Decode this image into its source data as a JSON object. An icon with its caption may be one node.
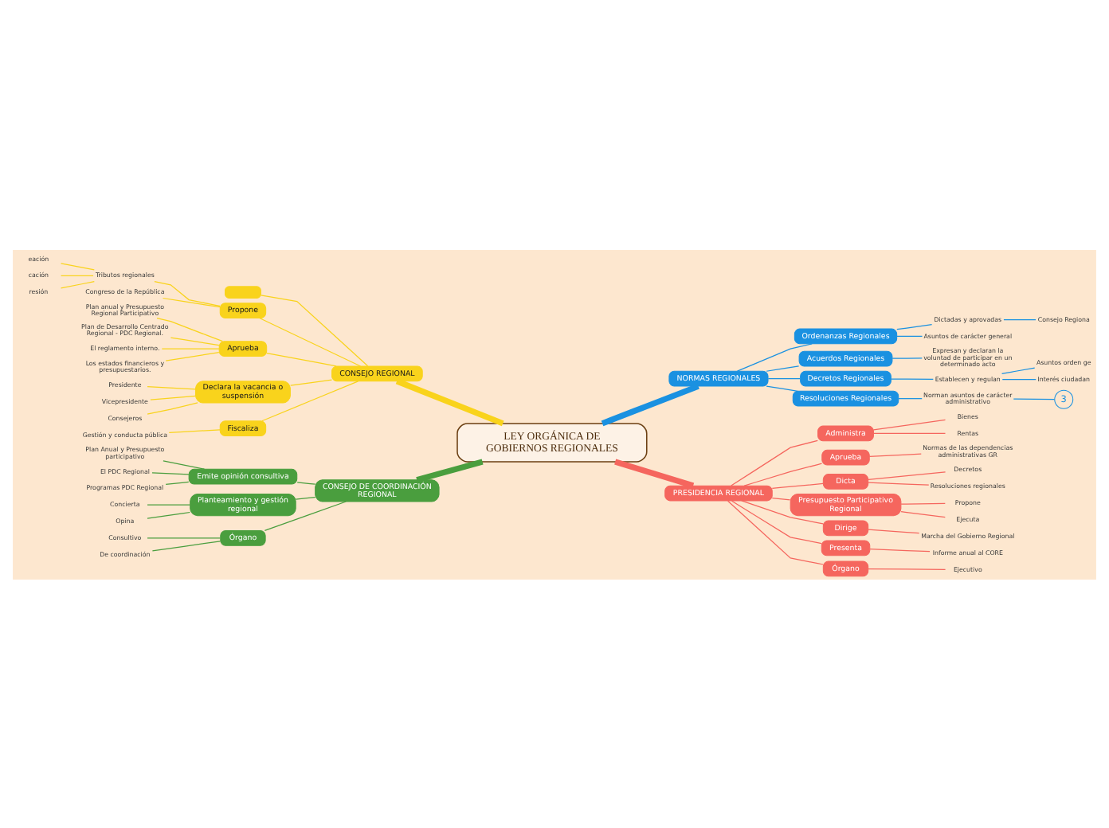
{
  "diagram": {
    "nodes": [
      {
        "text": [
          "LEY ORGÁNICA DE GOBIERNOS REGIONALES"
        ]
      },
      {
        "text": [
          "CONSEJO REGIONAL"
        ]
      },
      {
        "text": [],
        "shape": "box"
      },
      {
        "text": [
          "Propone"
        ]
      },
      {
        "text": [
          "Tributos regionales"
        ]
      },
      {
        "text": [
          "eación"
        ]
      },
      {
        "text": [
          "cación"
        ]
      },
      {
        "text": [
          "resión"
        ]
      },
      {
        "text": [
          "Congreso de la República"
        ]
      },
      {
        "text": [
          "Aprueba"
        ]
      },
      {
        "text": [
          "Plan anual y Presupuesto Regional Participativo"
        ]
      },
      {
        "text": [
          "Plan de Desarrollo Centrado Regional - PDC Regional."
        ]
      },
      {
        "text": [
          "El reglamento interno."
        ]
      },
      {
        "text": [
          "Los estados financieros y presupuestarios."
        ]
      },
      {
        "text": [
          "Declara la vacancia o suspensión"
        ]
      },
      {
        "text": [
          "Presidente"
        ]
      },
      {
        "text": [
          "Vicepresidente"
        ]
      },
      {
        "text": [
          "Consejeros"
        ]
      },
      {
        "text": [
          "Fiscaliza"
        ]
      },
      {
        "text": [
          "Gestión y conducta pública"
        ]
      },
      {
        "text": [
          "NORMAS REGIONALES"
        ]
      },
      {
        "text": [
          "Ordenanzas Regionales"
        ]
      },
      {
        "text": [
          "Dictadas y aprovadas"
        ]
      },
      {
        "text": [
          "Consejo Regiona"
        ]
      },
      {
        "text": [
          "Asuntos de carácter general"
        ]
      },
      {
        "text": [
          "Acuerdos Regionales"
        ]
      },
      {
        "text": [
          "Expresan y declaran la voluntad de participar en un determinado acto"
        ]
      },
      {
        "text": [
          "Decretos Regionales"
        ]
      },
      {
        "text": [
          "Establecen y regulan"
        ]
      },
      {
        "text": [
          "Asuntos orden ge"
        ]
      },
      {
        "text": [
          "Interés ciudadan"
        ]
      },
      {
        "text": [
          "Resoluciones Regionales"
        ]
      },
      {
        "text": [
          "Norman asuntos de carácter administrativo"
        ]
      },
      {
        "text": [
          "3"
        ]
      },
      {
        "text": [
          "CONSEJO DE COORDINACIÓN REGIONAL"
        ]
      },
      {
        "text": [
          "Emite opinión consultiva"
        ]
      },
      {
        "text": [
          "Plan Anual y Presupuesto participativo"
        ]
      },
      {
        "text": [
          "El PDC Regional"
        ]
      },
      {
        "text": [
          "Programas PDC Regional"
        ]
      },
      {
        "text": [
          "Planteamiento y gestión regional"
        ]
      },
      {
        "text": [
          "Concierta"
        ]
      },
      {
        "text": [
          "Opina"
        ]
      },
      {
        "text": [
          "Órgano"
        ]
      },
      {
        "text": [
          "Consultivo"
        ]
      },
      {
        "text": [
          "De coordinación"
        ]
      },
      {
        "text": [
          "PRESIDENCIA REGIONAL"
        ]
      },
      {
        "text": [
          "Administra"
        ]
      },
      {
        "text": [
          "Bienes"
        ]
      },
      {
        "text": [
          "Rentas"
        ]
      },
      {
        "text": [
          "Aprueba"
        ]
      },
      {
        "text": [
          "Normas de las dependencias administrativas GR"
        ]
      },
      {
        "text": [
          "Dicta"
        ]
      },
      {
        "text": [
          "Decretos"
        ]
      },
      {
        "text": [
          "Resoluciones regionales"
        ]
      },
      {
        "text": [
          "Presupuesto Participativo Regional"
        ]
      },
      {
        "text": [
          "Propone"
        ]
      },
      {
        "text": [
          "Ejecuta"
        ]
      },
      {
        "text": [
          "Dirige"
        ]
      },
      {
        "text": [
          "Marcha del Gobierno Regional"
        ]
      },
      {
        "text": [
          "Presenta"
        ]
      },
      {
        "text": [
          "Informe anual al CORE"
        ]
      },
      {
        "text": [
          "Órgano"
        ]
      },
      {
        "text": [
          "Ejecutivo"
        ]
      }
    ],
    "edges": [
      {
        "from": 0,
        "to": 1,
        "arrow": "none",
        "style": "thick",
        "color": "#f9d31c"
      },
      {
        "from": 1,
        "to": 2,
        "arrow": "none",
        "color": "#f9d31c"
      },
      {
        "from": 1,
        "to": 3,
        "arrow": "none",
        "color": "#f9d31c"
      },
      {
        "from": 3,
        "to": 4,
        "arrow": "none",
        "color": "#f9d31c"
      },
      {
        "from": 4,
        "to": 5,
        "arrow": "none",
        "color": "#f9d31c"
      },
      {
        "from": 4,
        "to": 6,
        "arrow": "none",
        "color": "#f9d31c"
      },
      {
        "from": 4,
        "to": 7,
        "arrow": "none",
        "color": "#f9d31c"
      },
      {
        "from": 3,
        "to": 8,
        "arrow": "none",
        "color": "#f9d31c"
      },
      {
        "from": 1,
        "to": 9,
        "arrow": "none",
        "color": "#f9d31c"
      },
      {
        "from": 9,
        "to": 10,
        "arrow": "none",
        "color": "#f9d31c"
      },
      {
        "from": 9,
        "to": 11,
        "arrow": "none",
        "color": "#f9d31c"
      },
      {
        "from": 9,
        "to": 12,
        "arrow": "none",
        "color": "#f9d31c"
      },
      {
        "from": 9,
        "to": 13,
        "arrow": "none",
        "color": "#f9d31c"
      },
      {
        "from": 1,
        "to": 14,
        "arrow": "none",
        "color": "#f9d31c"
      },
      {
        "from": 14,
        "to": 15,
        "arrow": "none",
        "color": "#f9d31c"
      },
      {
        "from": 14,
        "to": 16,
        "arrow": "none",
        "color": "#f9d31c"
      },
      {
        "from": 14,
        "to": 17,
        "arrow": "none",
        "color": "#f9d31c"
      },
      {
        "from": 1,
        "to": 18,
        "arrow": "none",
        "color": "#f9d31c"
      },
      {
        "from": 18,
        "to": 19,
        "arrow": "none",
        "color": "#f9d31c"
      },
      {
        "from": 0,
        "to": 20,
        "arrow": "none",
        "style": "thick",
        "color": "#1a91e1"
      },
      {
        "from": 20,
        "to": 21,
        "arrow": "none",
        "color": "#1a91e1"
      },
      {
        "from": 21,
        "to": 22,
        "arrow": "none",
        "color": "#1a91e1"
      },
      {
        "from": 22,
        "to": 23,
        "arrow": "none",
        "color": "#1a91e1"
      },
      {
        "from": 21,
        "to": 24,
        "arrow": "none",
        "color": "#1a91e1"
      },
      {
        "from": 20,
        "to": 25,
        "arrow": "none",
        "color": "#1a91e1"
      },
      {
        "from": 25,
        "to": 26,
        "arrow": "none",
        "color": "#1a91e1"
      },
      {
        "from": 20,
        "to": 27,
        "arrow": "none",
        "color": "#1a91e1"
      },
      {
        "from": 27,
        "to": 28,
        "arrow": "none",
        "color": "#1a91e1"
      },
      {
        "from": 28,
        "to": 29,
        "arrow": "none",
        "color": "#1a91e1"
      },
      {
        "from": 28,
        "to": 30,
        "arrow": "none",
        "color": "#1a91e1"
      },
      {
        "from": 20,
        "to": 31,
        "arrow": "none",
        "color": "#1a91e1"
      },
      {
        "from": 31,
        "to": 32,
        "arrow": "none",
        "color": "#1a91e1"
      },
      {
        "from": 32,
        "to": 33,
        "arrow": "none",
        "color": "#1a91e1"
      },
      {
        "from": 0,
        "to": 34,
        "arrow": "none",
        "style": "thick",
        "color": "#4a9e3e"
      },
      {
        "from": 34,
        "to": 35,
        "arrow": "none",
        "color": "#4a9e3e"
      },
      {
        "from": 35,
        "to": 36,
        "arrow": "none",
        "color": "#4a9e3e"
      },
      {
        "from": 35,
        "to": 37,
        "arrow": "none",
        "color": "#4a9e3e"
      },
      {
        "from": 35,
        "to": 38,
        "arrow": "none",
        "color": "#4a9e3e"
      },
      {
        "from": 34,
        "to": 39,
        "arrow": "none",
        "color": "#4a9e3e"
      },
      {
        "from": 39,
        "to": 40,
        "arrow": "none",
        "color": "#4a9e3e"
      },
      {
        "from": 39,
        "to": 41,
        "arrow": "none",
        "color": "#4a9e3e"
      },
      {
        "from": 34,
        "to": 42,
        "arrow": "none",
        "color": "#4a9e3e"
      },
      {
        "from": 42,
        "to": 43,
        "arrow": "none",
        "color": "#4a9e3e"
      },
      {
        "from": 42,
        "to": 44,
        "arrow": "none",
        "color": "#4a9e3e"
      },
      {
        "from": 0,
        "to": 45,
        "arrow": "none",
        "style": "thick",
        "color": "#f5665e"
      },
      {
        "from": 45,
        "to": 46,
        "arrow": "none",
        "color": "#f5665e"
      },
      {
        "from": 46,
        "to": 47,
        "arrow": "none",
        "color": "#f5665e"
      },
      {
        "from": 46,
        "to": 48,
        "arrow": "none",
        "color": "#f5665e"
      },
      {
        "from": 45,
        "to": 49,
        "arrow": "none",
        "color": "#f5665e"
      },
      {
        "from": 49,
        "to": 50,
        "arrow": "none",
        "color": "#f5665e"
      },
      {
        "from": 45,
        "to": 51,
        "arrow": "none",
        "color": "#f5665e"
      },
      {
        "from": 51,
        "to": 52,
        "arrow": "none",
        "color": "#f5665e"
      },
      {
        "from": 51,
        "to": 53,
        "arrow": "none",
        "color": "#f5665e"
      },
      {
        "from": 45,
        "to": 54,
        "arrow": "none",
        "color": "#f5665e"
      },
      {
        "from": 54,
        "to": 55,
        "arrow": "none",
        "color": "#f5665e"
      },
      {
        "from": 54,
        "to": 56,
        "arrow": "none",
        "color": "#f5665e"
      },
      {
        "from": 45,
        "to": 57,
        "arrow": "none",
        "color": "#f5665e"
      },
      {
        "from": 57,
        "to": 58,
        "arrow": "none",
        "color": "#f5665e"
      },
      {
        "from": 45,
        "to": 59,
        "arrow": "none",
        "color": "#f5665e"
      },
      {
        "from": 59,
        "to": 60,
        "arrow": "none",
        "color": "#f5665e"
      },
      {
        "from": 45,
        "to": 61,
        "arrow": "none",
        "color": "#f5665e"
      },
      {
        "from": 61,
        "to": 62,
        "arrow": "none",
        "color": "#f5665e"
      }
    ]
  }
}
